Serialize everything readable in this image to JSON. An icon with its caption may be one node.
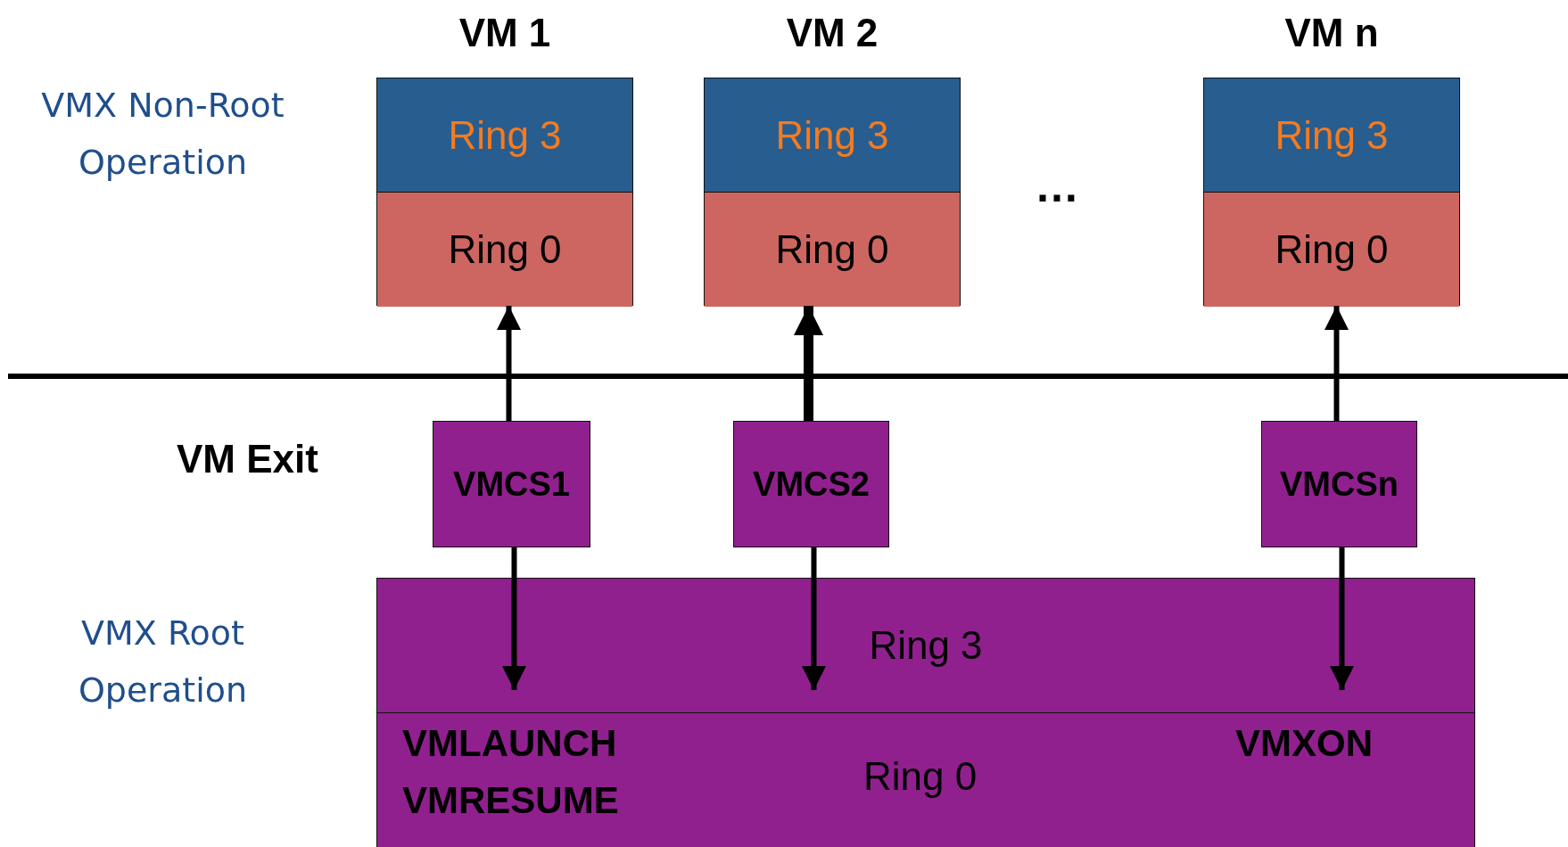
{
  "diagram": {
    "nodes": [
      {
        "text": [
          "VM 1"
        ]
      },
      {
        "text": [
          "Ring 3"
        ],
        "in": 0
      },
      {
        "text": [
          "Ring 0"
        ],
        "in": 0
      },
      {
        "text": [
          "VM 2"
        ]
      },
      {
        "text": [
          "Ring 3"
        ],
        "in": 3
      },
      {
        "text": [
          "Ring 0"
        ],
        "in": 3
      },
      {
        "text": [
          "VM n"
        ]
      },
      {
        "text": [
          "Ring 3"
        ],
        "in": 6
      },
      {
        "text": [
          "Ring 0"
        ],
        "in": 6
      },
      {
        "text": [
          "VMCS1"
        ]
      },
      {
        "text": [
          "VMCS2"
        ]
      },
      {
        "text": [
          "VMCSn"
        ]
      },
      {
        "text": [],
        "shape": "box"
      },
      {
        "text": [
          "Ring 3"
        ],
        "in": 12
      },
      {
        "text": [
          "VMLAUNCH VMRESUME",
          "Ring 0",
          "VMXON"
        ],
        "in": 12
      }
    ],
    "edges": [
      {
        "from": 9,
        "to": 2,
        "arrow": "to"
      },
      {
        "from": 9,
        "to": 13,
        "arrow": "to"
      },
      {
        "from": 10,
        "to": 5,
        "arrow": "to",
        "style": "thick"
      },
      {
        "from": 10,
        "to": 13,
        "arrow": "to"
      },
      {
        "from": 11,
        "to": 8,
        "arrow": "to"
      },
      {
        "from": 11,
        "to": 13,
        "arrow": "to"
      }
    ],
    "labels": [
      "VMX Non-Root Operation",
      "…",
      "VM Exit",
      "VMX Root Operation"
    ]
  }
}
